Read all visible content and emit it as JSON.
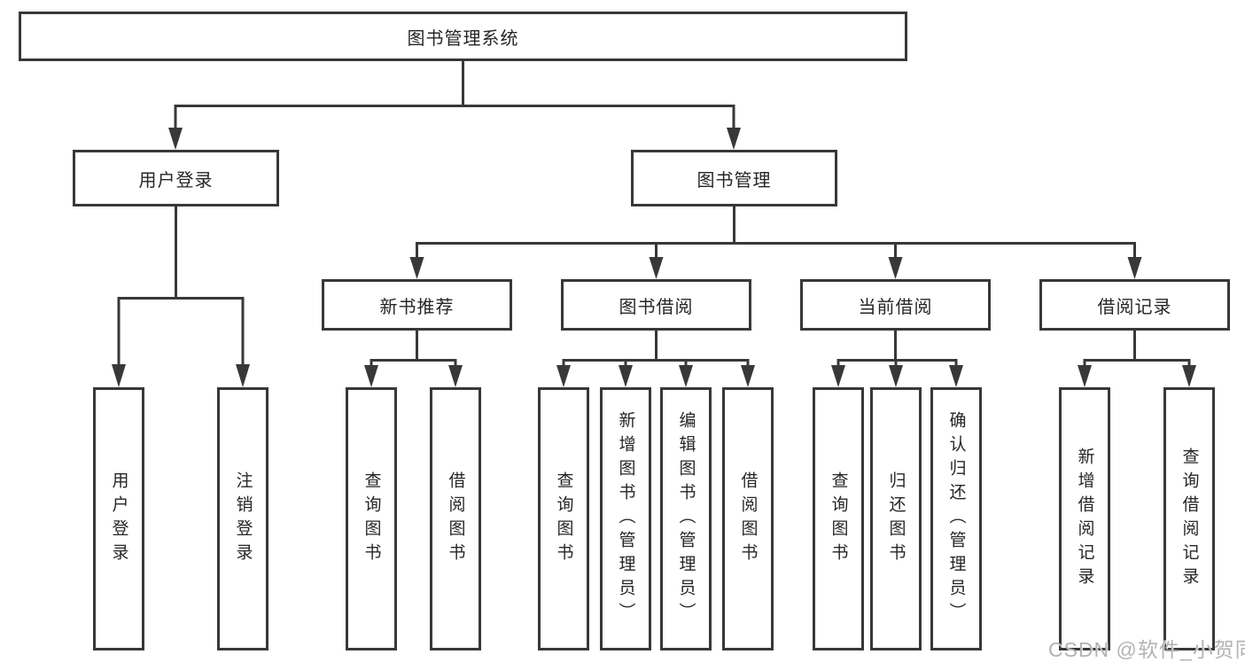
{
  "diagram": {
    "root": {
      "label": "图书管理系统"
    },
    "level1": [
      {
        "label": "用户登录"
      },
      {
        "label": "图书管理"
      }
    ],
    "level2": [
      {
        "label": "新书推荐"
      },
      {
        "label": "图书借阅"
      },
      {
        "label": "当前借阅"
      },
      {
        "label": "借阅记录"
      }
    ],
    "leaves": {
      "user_login": [
        {
          "label": "用户登录"
        },
        {
          "label": "注销登录"
        }
      ],
      "new_book": [
        {
          "label": "查询图书"
        },
        {
          "label": "借阅图书"
        }
      ],
      "book_borrow": [
        {
          "label": "查询图书"
        },
        {
          "label": "新增图书（管理员）"
        },
        {
          "label": "编辑图书（管理员）"
        },
        {
          "label": "借阅图书"
        }
      ],
      "current_borrow": [
        {
          "label": "查询图书"
        },
        {
          "label": "归还图书"
        },
        {
          "label": "确认归还（管理员）"
        }
      ],
      "borrow_records": [
        {
          "label": "新增借阅记录"
        },
        {
          "label": "查询借阅记录"
        }
      ]
    }
  },
  "watermark": {
    "text": "CSDN @软件_小贺同学"
  },
  "colors": {
    "line": "#383838",
    "text": "#262626",
    "background": "#ffffff",
    "watermark": "#b3b3b3"
  }
}
